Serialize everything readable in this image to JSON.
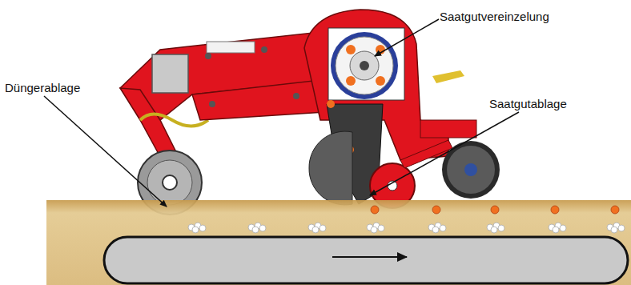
{
  "diagram": {
    "labels": [
      "Saatgutvereinzelung",
      "Düngerablage",
      "Saatgutablage"
    ]
  }
}
